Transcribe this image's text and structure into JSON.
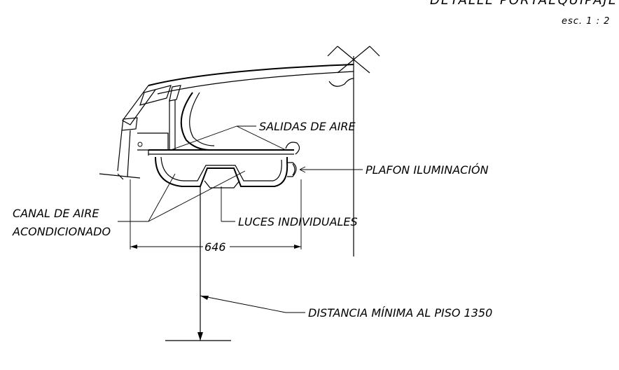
{
  "header": {
    "title": "DETALLE PORTAEQUIPAJE",
    "scale": "esc. 1 : 2"
  },
  "labels": {
    "salidas_aire": "SALIDAS DE AIRE",
    "plafon": "PLAFON ILUMINACIÓN",
    "canal_line1": "CANAL DE AIRE",
    "canal_line2": "ACONDICIONADO",
    "luces": "LUCES INDIVIDUALES",
    "distancia": "DISTANCIA MÍNIMA AL PISO 1350"
  },
  "dimension": {
    "width_value": "646"
  }
}
